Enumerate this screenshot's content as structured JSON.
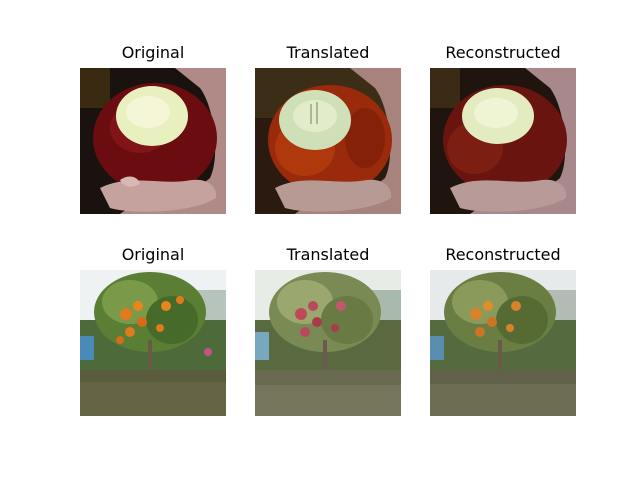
{
  "figure": {
    "rows": [
      {
        "name": "apple",
        "panels": [
          {
            "title": "Original"
          },
          {
            "title": "Translated"
          },
          {
            "title": "Reconstructed"
          }
        ]
      },
      {
        "name": "orange-tree",
        "panels": [
          {
            "title": "Original"
          },
          {
            "title": "Translated"
          },
          {
            "title": "Reconstructed"
          }
        ]
      }
    ]
  }
}
